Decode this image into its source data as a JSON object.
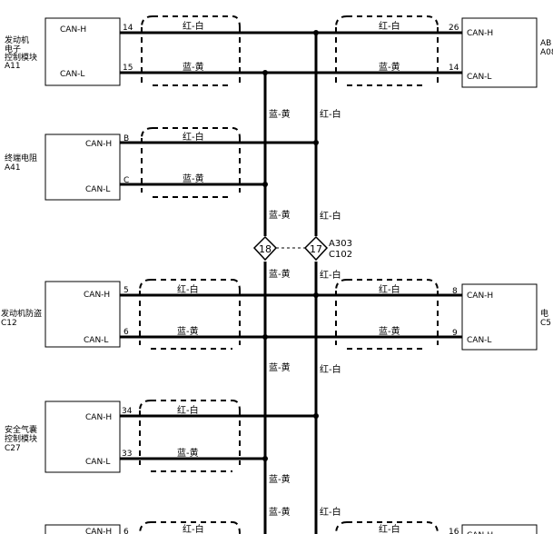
{
  "labels": {
    "can_h": "CAN-H",
    "can_l": "CAN-L",
    "red_white": "红-白",
    "blue_yellow": "蓝-黄"
  },
  "modules": {
    "ecm": {
      "lines": [
        "发动机",
        "电子",
        "控制模块",
        "A11"
      ],
      "pin_h": "14",
      "pin_l": "15"
    },
    "abs": {
      "lines": [
        "AB",
        "A08"
      ],
      "pin_h": "26",
      "pin_l": "14"
    },
    "terminator": {
      "lines": [
        "终端电阻",
        "A41"
      ],
      "pin_h": "B",
      "pin_l": "C"
    },
    "immobilizer": {
      "lines": [
        "发动机防盗",
        "C12"
      ],
      "pin_h": "5",
      "pin_l": "6"
    },
    "right_c": {
      "lines": [
        "电",
        "C5"
      ],
      "pin_h": "8",
      "pin_l": "9"
    },
    "airbag": {
      "lines": [
        "安全气囊",
        "控制模块",
        "C27"
      ],
      "pin_h": "34",
      "pin_l": "33"
    },
    "bottom_left": {
      "pin_h": "6"
    },
    "bottom_right": {
      "pin_h": "16"
    }
  },
  "connector": {
    "pin_left": "18",
    "pin_right": "17",
    "name_1": "A303",
    "name_2": "C102"
  }
}
